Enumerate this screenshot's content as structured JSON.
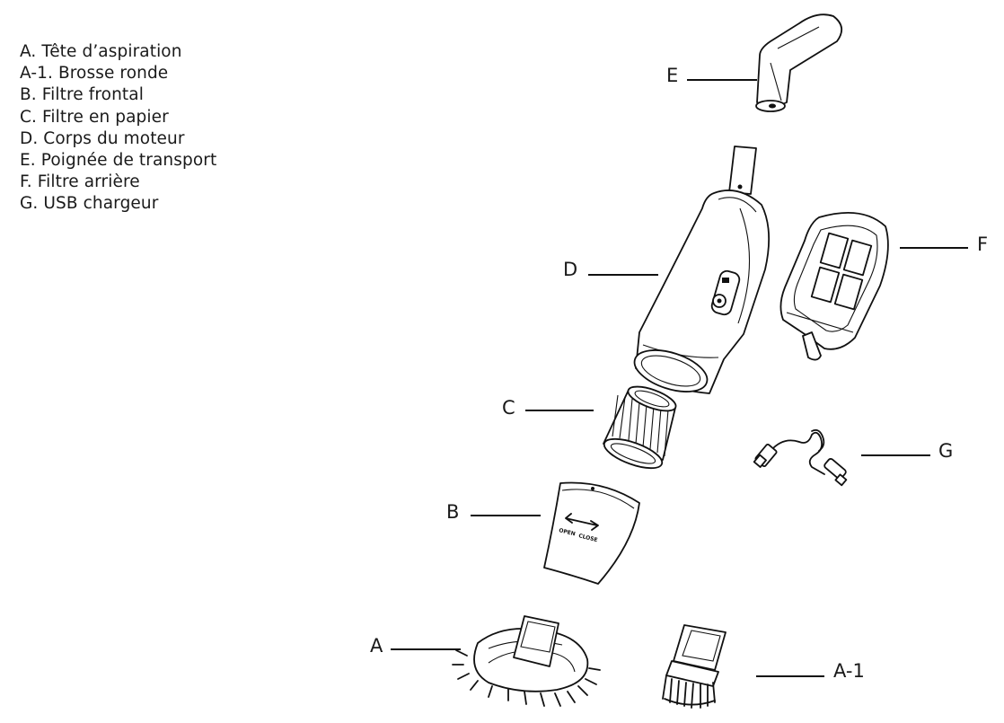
{
  "legend": [
    "A. Tête d’aspiration",
    "A-1. Brosse ronde",
    "B. Filtre frontal",
    "C. Filtre en papier",
    "D. Corps du moteur",
    "E. Poignée de transport",
    "F. Filtre arrière",
    "G. USB chargeur"
  ],
  "callouts": {
    "A": "A",
    "A1": "A-1",
    "B": "B",
    "C": "C",
    "D": "D",
    "E": "E",
    "F": "F",
    "G": "G"
  },
  "filter_markings": {
    "open": "OPEN",
    "close": "CLOSE"
  },
  "colors": {
    "ink": "#111111",
    "background": "#ffffff"
  }
}
